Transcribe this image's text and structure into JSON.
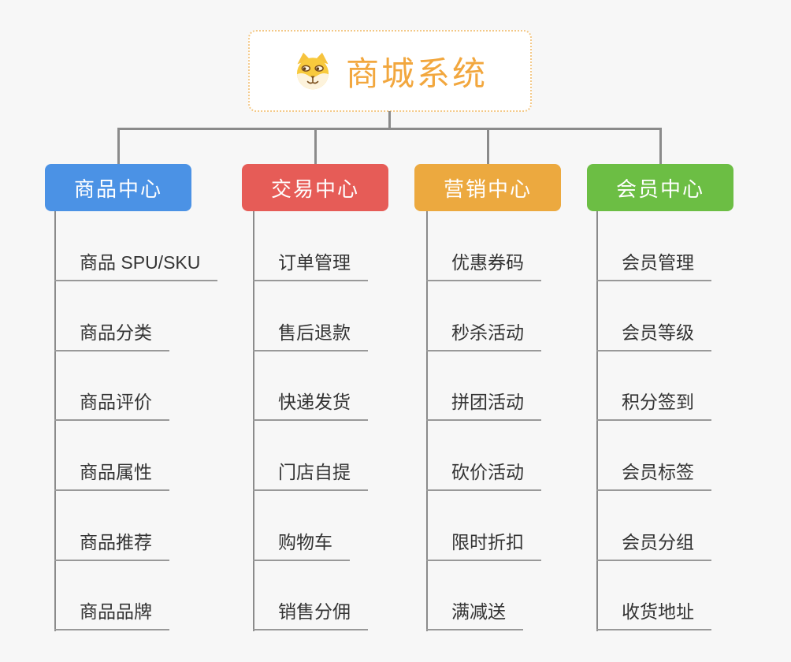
{
  "colors": {
    "background": "#f7f7f7",
    "connector": "#8b8b8b",
    "line": "#999999",
    "leaf_text": "#333333"
  },
  "root": {
    "title": "商城系统",
    "title_color": "#f2a73e",
    "border_color": "#f3c887",
    "icon": "doge-icon"
  },
  "branches": [
    {
      "label": "商品中心",
      "color": "#4b92e5",
      "children": [
        "商品 SPU/SKU",
        "商品分类",
        "商品评价",
        "商品属性",
        "商品推荐",
        "商品品牌"
      ]
    },
    {
      "label": "交易中心",
      "color": "#e65c57",
      "children": [
        "订单管理",
        "售后退款",
        "快递发货",
        "门店自提",
        "购物车",
        "销售分佣"
      ]
    },
    {
      "label": "营销中心",
      "color": "#eca93f",
      "children": [
        "优惠券码",
        "秒杀活动",
        "拼团活动",
        "砍价活动",
        "限时折扣",
        "满减送"
      ]
    },
    {
      "label": "会员中心",
      "color": "#6cbe44",
      "children": [
        "会员管理",
        "会员等级",
        "积分签到",
        "会员标签",
        "会员分组",
        "收货地址"
      ]
    }
  ]
}
